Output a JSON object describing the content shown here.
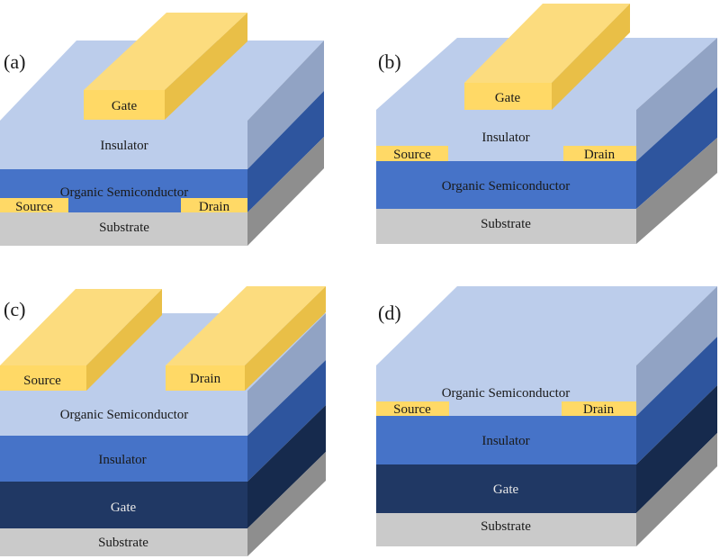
{
  "colors": {
    "gold_front": "#FFD966",
    "gold_top": "#FCDC7E",
    "gold_side": "#E9BF47",
    "insulator_light_front": "#BCCDEB",
    "insulator_light_side": "#91A3C4",
    "semiconductor_blue_front": "#4673C8",
    "semiconductor_blue_side": "#2E559E",
    "gate_dark_front": "#203864",
    "gate_dark_side": "#162A4D",
    "substrate_front": "#CACACA",
    "substrate_side": "#8E8E8E"
  },
  "panels": {
    "a": {
      "label": "(a)",
      "insulator": "Insulator",
      "semiconductor": "Organic Semiconductor",
      "substrate": "Substrate",
      "gate": "Gate",
      "source": "Source",
      "drain": "Drain"
    },
    "b": {
      "label": "(b)",
      "insulator": "Insulator",
      "semiconductor": "Organic Semiconductor",
      "substrate": "Substrate",
      "gate": "Gate",
      "source": "Source",
      "drain": "Drain"
    },
    "c": {
      "label": "(c)",
      "semiconductor": "Organic Semiconductor",
      "insulator": "Insulator",
      "gate": "Gate",
      "substrate": "Substrate",
      "source": "Source",
      "drain": "Drain"
    },
    "d": {
      "label": "(d)",
      "semiconductor": "Organic Semiconductor",
      "insulator": "Insulator",
      "gate": "Gate",
      "substrate": "Substrate",
      "source": "Source",
      "drain": "Drain"
    }
  }
}
